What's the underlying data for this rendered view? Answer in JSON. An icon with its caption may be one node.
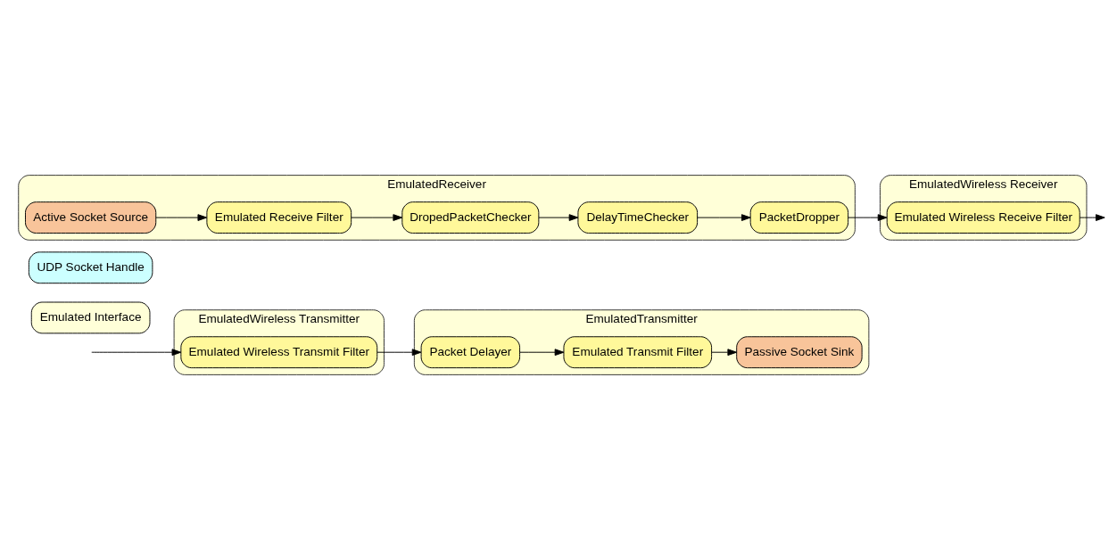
{
  "diagram": {
    "nodes": [
      {
        "text": [
          "EmulatedWireless Transmitter"
        ]
      },
      {
        "text": [
          "Emulated Wireless Transmit Filter"
        ],
        "in": 0
      },
      {
        "text": [
          "EmulatedTransmitter"
        ]
      },
      {
        "text": [
          "Packet Delayer"
        ],
        "in": 2
      },
      {
        "text": [
          "Emulated Transmit Filter"
        ],
        "in": 2
      },
      {
        "text": [
          "Passive Socket Sink"
        ],
        "in": 2
      },
      {
        "text": [
          "Emulated Interface"
        ]
      },
      {
        "text": [
          "UDP Socket Handle"
        ]
      },
      {
        "text": [
          "EmulatedWireless Receiver"
        ]
      },
      {
        "text": [
          "Emulated Wireless Receive Filter"
        ],
        "in": 8
      },
      {
        "text": [
          "EmulatedReceiver"
        ]
      },
      {
        "text": [
          "DropedPacketChecker"
        ],
        "in": 10
      },
      {
        "text": [
          "DelayTimeChecker"
        ],
        "in": 10
      },
      {
        "text": [
          "PacketDropper"
        ],
        "in": 10
      },
      {
        "text": [
          "Emulated Receive Filter"
        ],
        "in": 10
      },
      {
        "text": [
          "Active Socket Source"
        ],
        "in": 10
      }
    ],
    "edges": [
      {
        "from": null,
        "to": 1,
        "arrow": "to"
      },
      {
        "from": 1,
        "to": 3,
        "arrow": "to"
      },
      {
        "from": 3,
        "to": 4,
        "arrow": "to"
      },
      {
        "from": 4,
        "to": 5,
        "arrow": "to"
      },
      {
        "from": 15,
        "to": 14,
        "arrow": "to"
      },
      {
        "from": 14,
        "to": 11,
        "arrow": "to"
      },
      {
        "from": 11,
        "to": 12,
        "arrow": "to"
      },
      {
        "from": 12,
        "to": 13,
        "arrow": "to"
      },
      {
        "from": 13,
        "to": 9,
        "arrow": "to"
      },
      {
        "from": 9,
        "to": null,
        "arrow": "to"
      }
    ]
  }
}
